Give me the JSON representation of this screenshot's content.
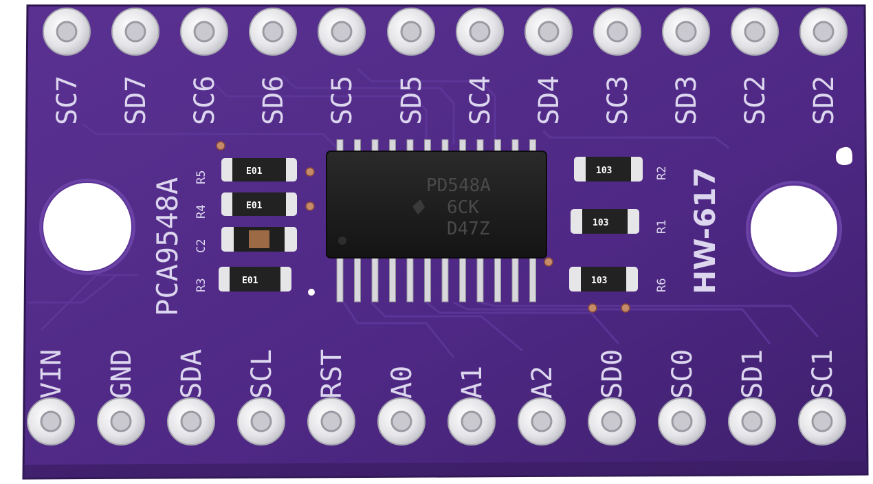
{
  "board": {
    "chip_name": "PCA9548A",
    "model": "HW-617",
    "ic_marking": [
      "PD548A",
      "6CK",
      "D47Z"
    ],
    "colors": {
      "pcb": "#4f2a86",
      "pad": "#e9e9ec",
      "ic": "#1c1c1c",
      "silk": "#dcd6ee"
    }
  },
  "top_pins": [
    "SC7",
    "SD7",
    "SC6",
    "SD6",
    "SC5",
    "SD5",
    "SC4",
    "SD4",
    "SC3",
    "SD3",
    "SC2",
    "SD2"
  ],
  "bottom_pins": [
    "VIN",
    "GND",
    "SDA",
    "SCL",
    "RST",
    "A0",
    "A1",
    "A2",
    "SD0",
    "SC0",
    "SD1",
    "SC1"
  ],
  "components_left": [
    {
      "ref": "R5",
      "code": "E01"
    },
    {
      "ref": "R4",
      "code": "E01"
    },
    {
      "ref": "C2",
      "code": ""
    },
    {
      "ref": "R3",
      "code": "E01"
    }
  ],
  "components_right": [
    {
      "ref": "R2",
      "code": "103"
    },
    {
      "ref": "R1",
      "code": "103"
    },
    {
      "ref": "R6",
      "code": "103"
    }
  ]
}
